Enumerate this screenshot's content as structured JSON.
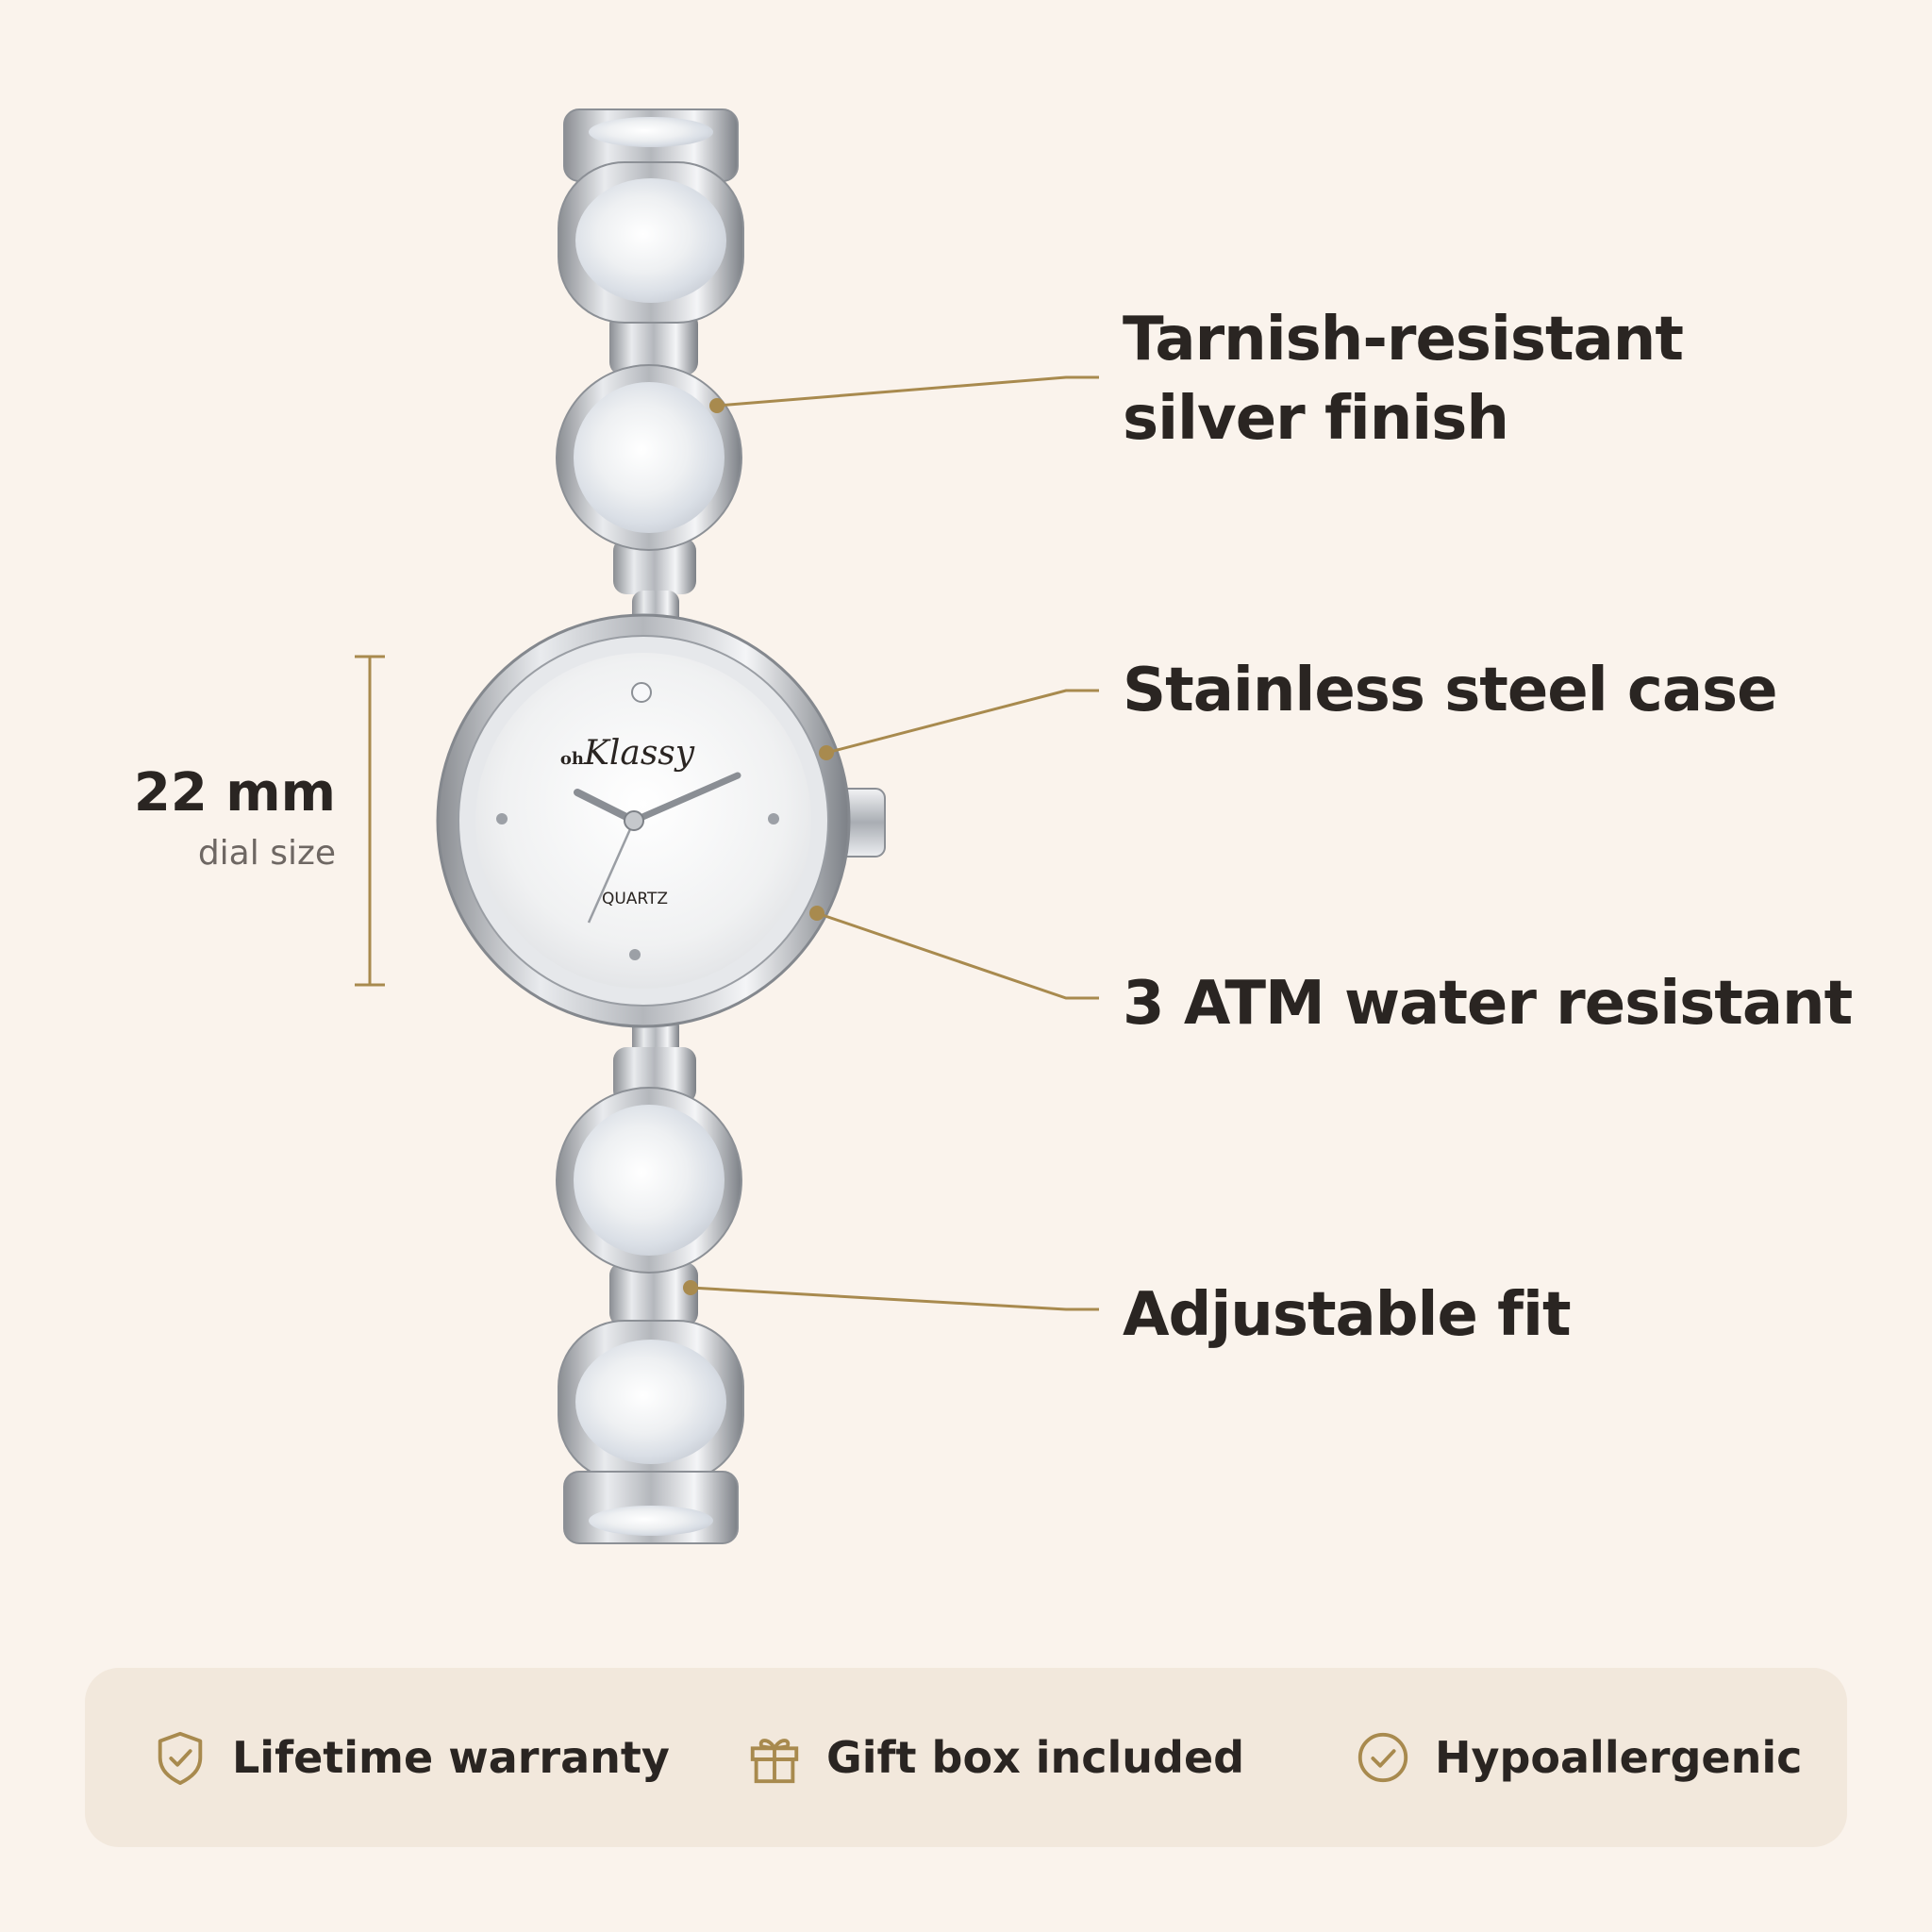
{
  "features": [
    {
      "label": "Tarnish-resistant silver finish"
    },
    {
      "label": "Stainless steel case"
    },
    {
      "label": "3 ATM water resistant"
    },
    {
      "label": "Adjustable fit"
    }
  ],
  "dimension": {
    "value": "22 mm",
    "label": "dial size"
  },
  "watch": {
    "brand_prefix": "oh",
    "brand_name": "Klassy",
    "movement_label": "QUARTZ"
  },
  "badges": [
    {
      "icon": "shield-check-icon",
      "label": "Lifetime warranty"
    },
    {
      "icon": "gift-icon",
      "label": "Gift box included"
    },
    {
      "icon": "check-circle-icon",
      "label": "Hypoallergenic"
    }
  ],
  "colors": {
    "background": "#faf3ec",
    "accent_gold": "#a88a4e",
    "text_dark": "#2a2522",
    "badge_bar": "#f2e8dc"
  }
}
